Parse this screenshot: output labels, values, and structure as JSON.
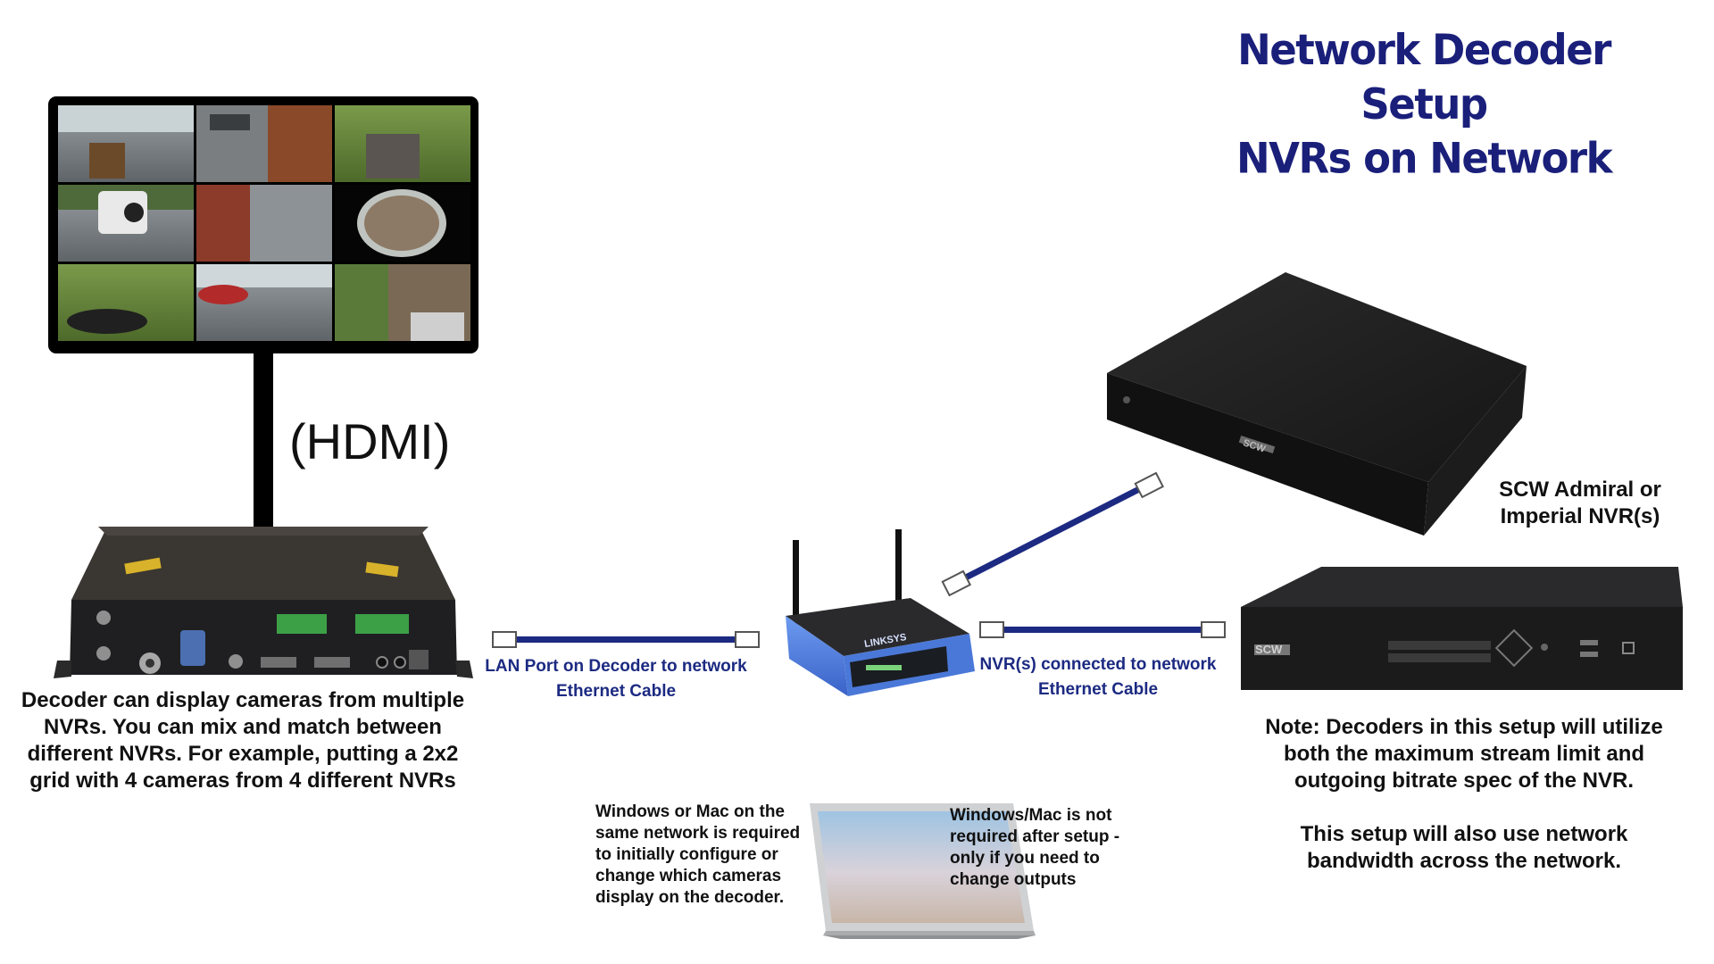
{
  "title": {
    "line1": "Network Decoder Setup",
    "line2": "NVRs on Network"
  },
  "labels": {
    "hdmi": "(HDMI)",
    "decoder_note": "Decoder can display cameras from multiple NVRs.   You can mix and match between different NVRs.  For example, putting a 2x2 grid with 4 cameras from 4 different NVRs",
    "lan_port_line1": "LAN Port on Decoder to network",
    "lan_port_line2": "Ethernet Cable",
    "nvr_conn_line1": "NVR(s) connected to network",
    "nvr_conn_line2": "Ethernet Cable",
    "nvr_name_line1": "SCW Admiral or",
    "nvr_name_line2": "Imperial NVR(s)",
    "note_para1": "Note: Decoders in this setup will utilize both the maximum stream limit and outgoing bitrate spec of the NVR.",
    "note_para2": "This setup will also use network bandwidth across the network.",
    "pc_required": "Windows or Mac on the same network is required to initially configure or change which cameras display on the decoder.",
    "pc_not_required": "Windows/Mac is not required after setup - only if you need to change outputs"
  },
  "devices": {
    "brand_logo": "SCW",
    "router_brand": "LINKSYS"
  },
  "colors": {
    "title": "#1a1f7a",
    "cable": "#1c2a82",
    "label_blue": "#1c2a82",
    "router": "#4a78d8"
  },
  "icons": {
    "monitor": "monitor-icon",
    "decoder": "decoder-box-icon",
    "router": "router-icon",
    "laptop": "laptop-icon",
    "nvr": "nvr-icon"
  }
}
